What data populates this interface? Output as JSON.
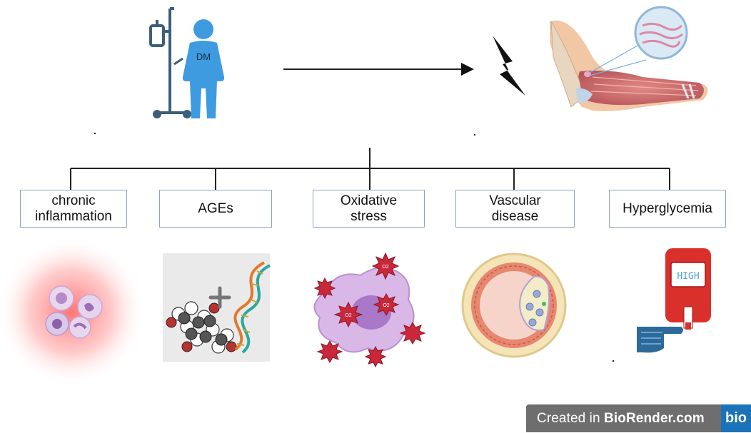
{
  "patient": {
    "label": "DM"
  },
  "factors": [
    {
      "lines": [
        "chronic",
        "inflammation"
      ]
    },
    {
      "lines": [
        "AGEs"
      ]
    },
    {
      "lines": [
        "Oxidative",
        "stress"
      ]
    },
    {
      "lines": [
        "Vascular",
        "disease"
      ]
    },
    {
      "lines": [
        "Hyperglycemia"
      ]
    }
  ],
  "ros_label": "O2",
  "glucometer": {
    "reading": "HIGH"
  },
  "watermark": {
    "prefix": "Created in ",
    "brand": "BioRender.com",
    "logo": "bio"
  },
  "colors": {
    "patient": "#3f9be0",
    "box_border": "#8ba3c7",
    "lines": "#222222",
    "muscle": "#c9686a",
    "ros": "#c8283a",
    "cell": "#c8a6dc",
    "glucometer": "#d9302c"
  }
}
